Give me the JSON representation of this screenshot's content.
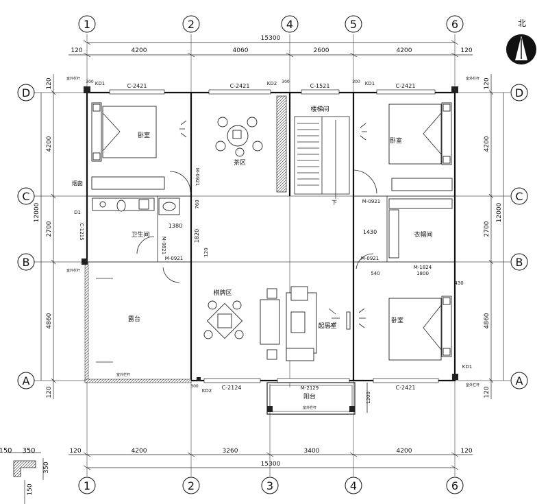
{
  "north": {
    "label": "北"
  },
  "axes": {
    "top": [
      "1",
      "2",
      "4",
      "5",
      "6"
    ],
    "bottom": [
      "1",
      "2",
      "3",
      "4",
      "6"
    ],
    "left": [
      "D",
      "C",
      "B",
      "A"
    ],
    "right": [
      "D",
      "C",
      "B",
      "A"
    ]
  },
  "dims": {
    "top_total": "15300",
    "top_segments": [
      "120",
      "4200",
      "4060",
      "2600",
      "4200",
      "120"
    ],
    "bottom_total": "15300",
    "bottom_segments": [
      "120",
      "4200",
      "3260",
      "3400",
      "4200",
      "120"
    ],
    "left_segments": [
      "120",
      "4200",
      "2700",
      "4860",
      "120"
    ],
    "left_total": "12000",
    "right_segments": [
      "120",
      "4200",
      "2700",
      "4860",
      "120"
    ],
    "right_total": "12000",
    "detail": [
      "150",
      "350",
      "350",
      "150"
    ]
  },
  "rooms": {
    "bedroom_nw": "卧室",
    "tea": "茶区",
    "stair": "楼梯间",
    "bedroom_ne": "卧室",
    "bath": "卫生间",
    "closet": "衣帽间",
    "chess": "棋牌区",
    "living": "起居室",
    "terrace": "露台",
    "bedroom_se": "卧室",
    "balcony": "阳台",
    "chimney": "烟囱",
    "down": "下"
  },
  "labels": {
    "win_d1": "C-2421",
    "win_d2": "C-2421",
    "win_d3": "C-1521",
    "win_d4": "C-2421",
    "kd_nw": "KD1",
    "kd_n": "KD2",
    "kd_ne": "KD1",
    "kd_se": "KD1",
    "kd_s": "KD2",
    "n300a": "300",
    "n300b": "300",
    "n300c": "300",
    "s300": "300",
    "door_bed_nw": "M-0921",
    "door_bed_ne": "M-0921",
    "door_bath": "M-0821",
    "door_b_left": "M-0921",
    "door_b_right": "M-0921",
    "door_closet": "M-1824",
    "d1": "D1",
    "win_bath": "C-1215",
    "n760": "760",
    "n1380": "1380",
    "n1820": "1820",
    "n120": "120",
    "n1430": "1430",
    "n540": "540",
    "n1800": "1800",
    "n430": "430",
    "win_s1": "C-2124",
    "win_s2": "C-2421",
    "door_bal": "M-2129",
    "n1200": "1200",
    "rail_nw": "室外栏杆",
    "rail_ne": "室外栏杆",
    "rail_w": "室外栏杆",
    "rail_bal": "室外栏杆",
    "rail_se": "室外栏杆",
    "rail_t": "室外栏杆"
  }
}
